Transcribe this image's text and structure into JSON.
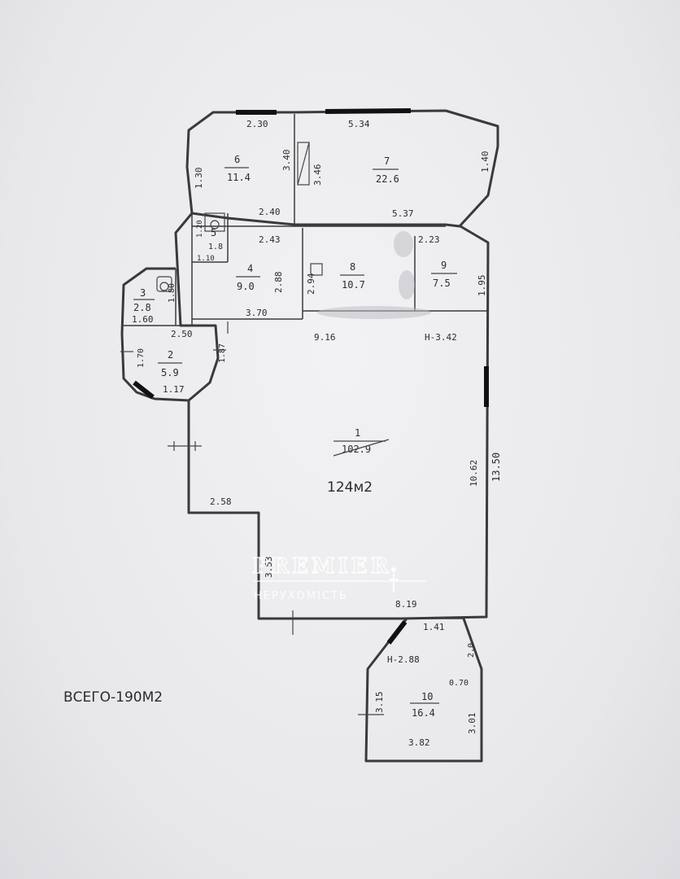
{
  "plan": {
    "rooms": [
      {
        "num": "1",
        "area": "102.9",
        "note": "124м2"
      },
      {
        "num": "2",
        "area": "5.9"
      },
      {
        "num": "3",
        "area": "2.8"
      },
      {
        "num": "4",
        "area": "9.0"
      },
      {
        "num": "5",
        "area": "1.8"
      },
      {
        "num": "6",
        "area": "11.4"
      },
      {
        "num": "7",
        "area": "22.6"
      },
      {
        "num": "8",
        "area": "10.7"
      },
      {
        "num": "9",
        "area": "7.5"
      },
      {
        "num": "10",
        "area": "16.4"
      }
    ],
    "dims": {
      "d230": "2.30",
      "d534": "5.34",
      "d340": "3.40",
      "d346": "3.46",
      "d140": "1.40",
      "d130": "1.30",
      "d240": "2.40",
      "d537": "5.37",
      "d120": "1.20",
      "d243": "2.43",
      "d110": "1.10",
      "d288": "2.88",
      "d294": "2.94",
      "d223": "2.23",
      "d195": "1.95",
      "d180": "1.80",
      "d160": "1.60",
      "d370": "3.70",
      "d250": "2.50",
      "d916": "9.16",
      "h342": "H-3.42",
      "d170": "1.70",
      "d187": "1.87",
      "d117": "1.17",
      "d1062": "10.62",
      "d1350": "13.50",
      "d258": "2.58",
      "d353": "3.53",
      "d819": "8.19",
      "d141": "1.41",
      "h288": "H-2.88",
      "d200": "2.0",
      "d070": "0.70",
      "d315": "3.15",
      "d301": "3.01",
      "d382": "3.82"
    },
    "total": "ВСЕГО-190М2"
  },
  "watermark": {
    "brand": "PREMIER",
    "sub": "НЕРУХОМІСТЬ"
  }
}
